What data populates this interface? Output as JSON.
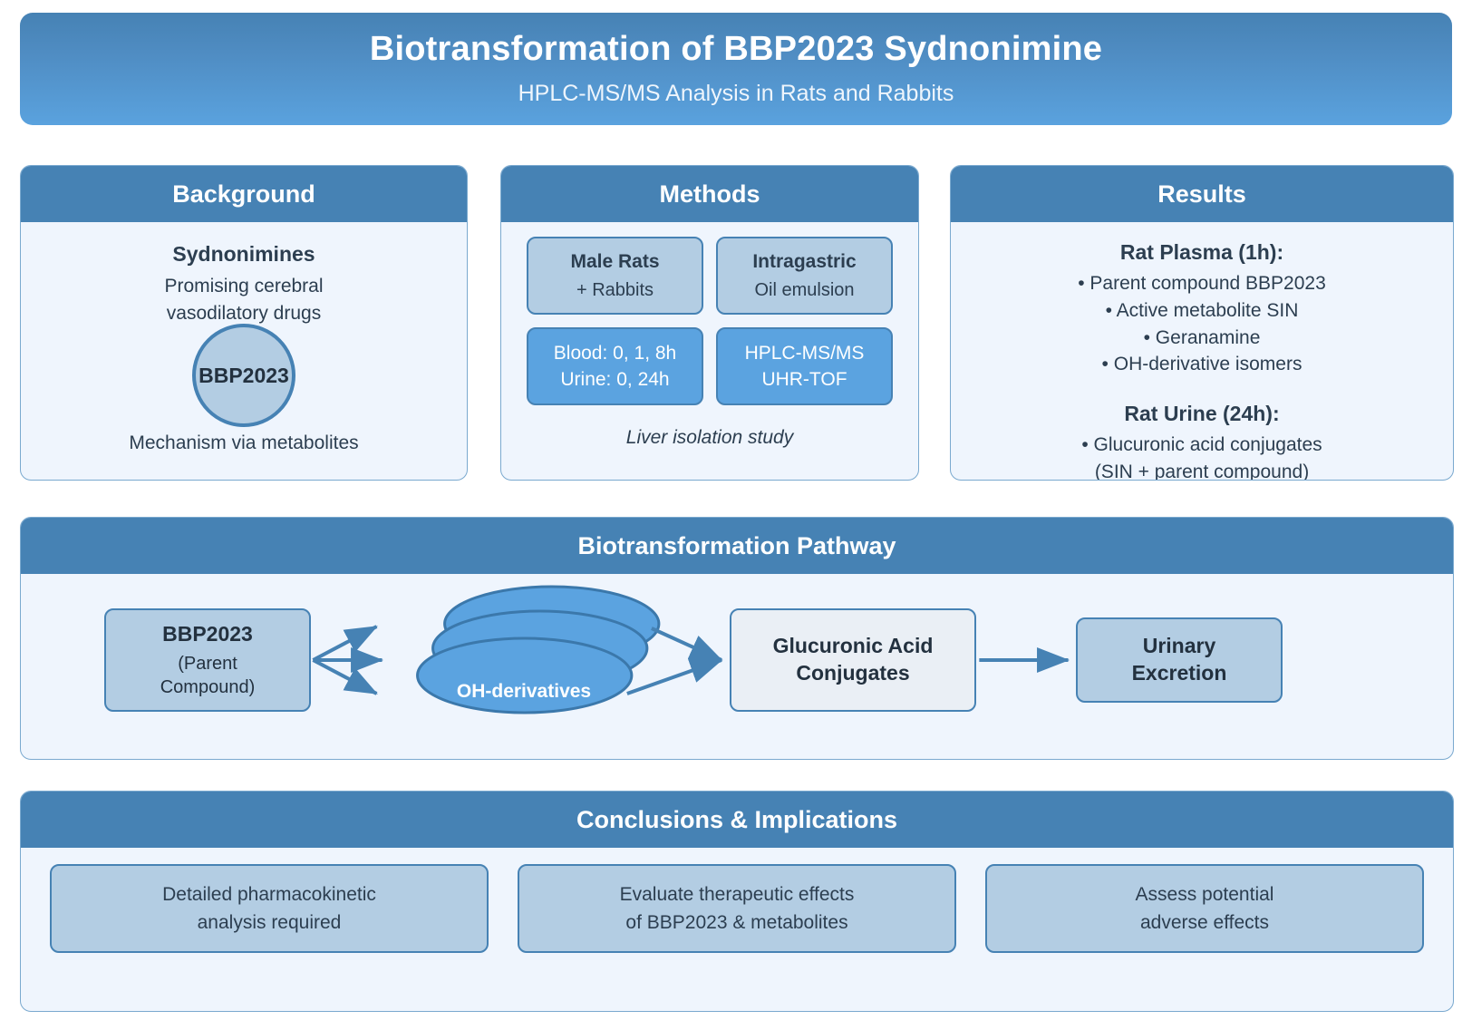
{
  "banner": {
    "title": "Biotransformation of BBP2023 Sydnonimine",
    "subtitle": "HPLC-MS/MS Analysis in Rats and Rabbits"
  },
  "background": {
    "header": "Background",
    "heading": "Sydnonimines",
    "line1": "Promising cerebral",
    "line2": "vasodilatory drugs",
    "circle_label": "BBP2023",
    "footer": "Mechanism via metabolites"
  },
  "methods": {
    "header": "Methods",
    "cards": [
      {
        "title": "Male Rats",
        "detail": "+ Rabbits",
        "style": "light"
      },
      {
        "title": "Intragastric",
        "detail": "Oil emulsion",
        "style": "light"
      },
      {
        "title": "Blood: 0, 1, 8h",
        "detail": "Urine: 0, 24h",
        "style": "dark"
      },
      {
        "title": "HPLC-MS/MS",
        "detail": "UHR-TOF",
        "style": "dark"
      }
    ],
    "caption": "Liver isolation study"
  },
  "results": {
    "header": "Results",
    "plasma_heading": "Rat Plasma (1h):",
    "plasma_items": [
      "• Parent compound BBP2023",
      "• Active metabolite SIN",
      "• Geranamine",
      "• OH-derivative isomers"
    ],
    "urine_heading": "Rat Urine (24h):",
    "urine_items": [
      "• Glucuronic acid conjugates",
      "(SIN + parent compound)"
    ]
  },
  "pathway": {
    "header": "Biotransformation Pathway",
    "parent_title": "BBP2023",
    "parent_line1": "(Parent",
    "parent_line2": "Compound)",
    "derivatives_label": "OH-derivatives",
    "conjugates_line1": "Glucuronic Acid",
    "conjugates_line2": "Conjugates",
    "excretion_line1": "Urinary",
    "excretion_line2": "Excretion"
  },
  "conclusions": {
    "header": "Conclusions & Implications",
    "cards": [
      {
        "line1": "Detailed pharmacokinetic",
        "line2": "analysis required"
      },
      {
        "line1": "Evaluate therapeutic effects",
        "line2": "of BBP2023 & metabolites"
      },
      {
        "line1": "Assess potential",
        "line2": "adverse effects"
      }
    ]
  },
  "colors": {
    "header_blue": "#4682b4",
    "accent_blue": "#5ba3e0",
    "light_card": "#b3cde3",
    "panel_bg": "#eff5fd",
    "text_navy": "#2c3e50"
  }
}
